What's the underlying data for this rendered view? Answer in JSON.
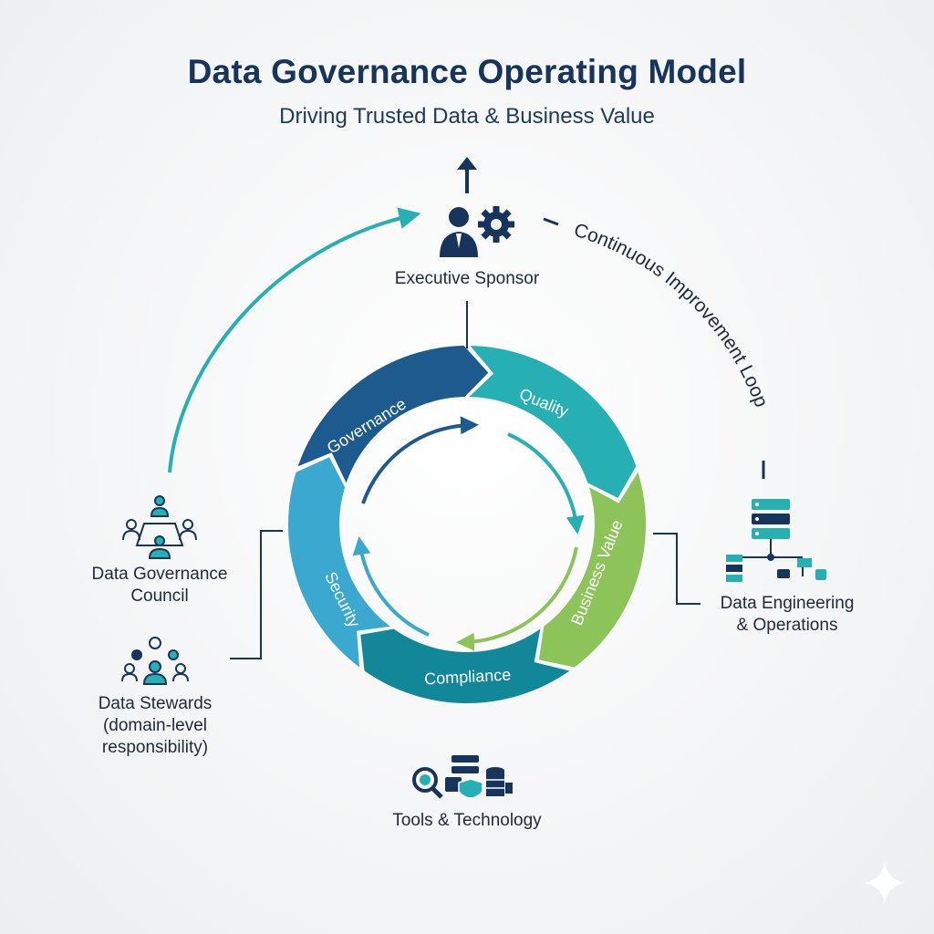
{
  "header": {
    "title": "Data Governance Operating Model",
    "subtitle": "Driving Trusted Data & Business Value"
  },
  "cycle": {
    "segments": [
      {
        "label": "Governance",
        "color": "#1d5a8e"
      },
      {
        "label": "Quality",
        "color": "#27b0b4"
      },
      {
        "label": "Business Value",
        "color": "#8cc459"
      },
      {
        "label": "Compliance",
        "color": "#13879a"
      },
      {
        "label": "Security",
        "color": "#3aa8cf"
      }
    ],
    "loop_label": "Continuous Improvement Loop"
  },
  "roles": {
    "executive_sponsor": {
      "label": "Executive Sponsor",
      "icon": "executive-gear-icon"
    },
    "council": {
      "line1": "Data Governance",
      "line2": "Council",
      "icon": "council-meeting-icon"
    },
    "stewards": {
      "line1": "Data Stewards",
      "line2": "(domain-level",
      "line3": "responsibility)",
      "icon": "stewards-group-icon"
    },
    "engineering": {
      "line1": "Data Engineering",
      "line2": "& Operations",
      "icon": "server-network-icon"
    },
    "tools": {
      "label": "Tools & Technology",
      "icon": "tools-tech-icon"
    }
  },
  "colors": {
    "navy": "#17355c",
    "teal": "#27b0b4",
    "green": "#8cc459"
  }
}
